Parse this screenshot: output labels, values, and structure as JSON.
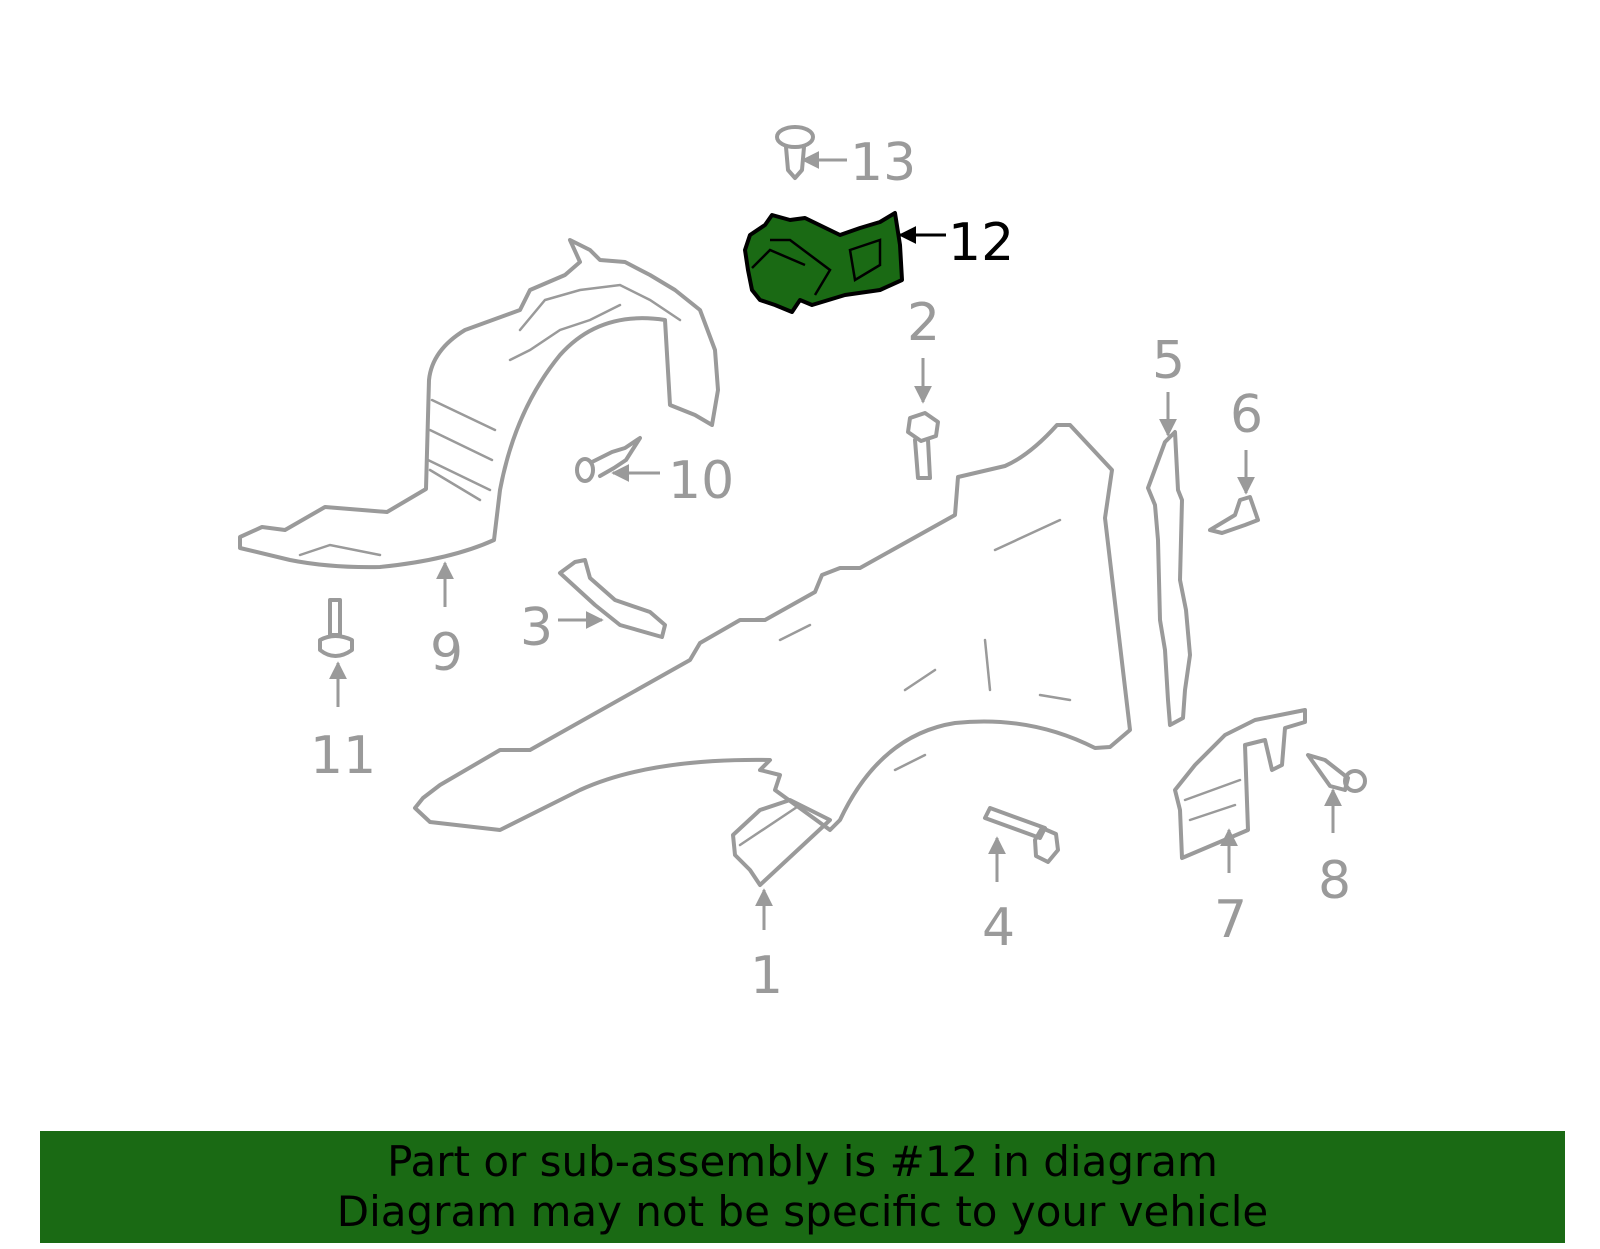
{
  "diagram": {
    "highlighted_part": "12",
    "highlight_color": "#1a6a14",
    "part_color": "#9a9a9a",
    "callouts": [
      "1",
      "2",
      "3",
      "4",
      "5",
      "6",
      "7",
      "8",
      "9",
      "10",
      "11",
      "12",
      "13"
    ]
  },
  "banner": {
    "background_color": "#1a6a14",
    "line1": "Part or sub-assembly is #12 in diagram",
    "line2": "Diagram may not be specific to your vehicle"
  }
}
